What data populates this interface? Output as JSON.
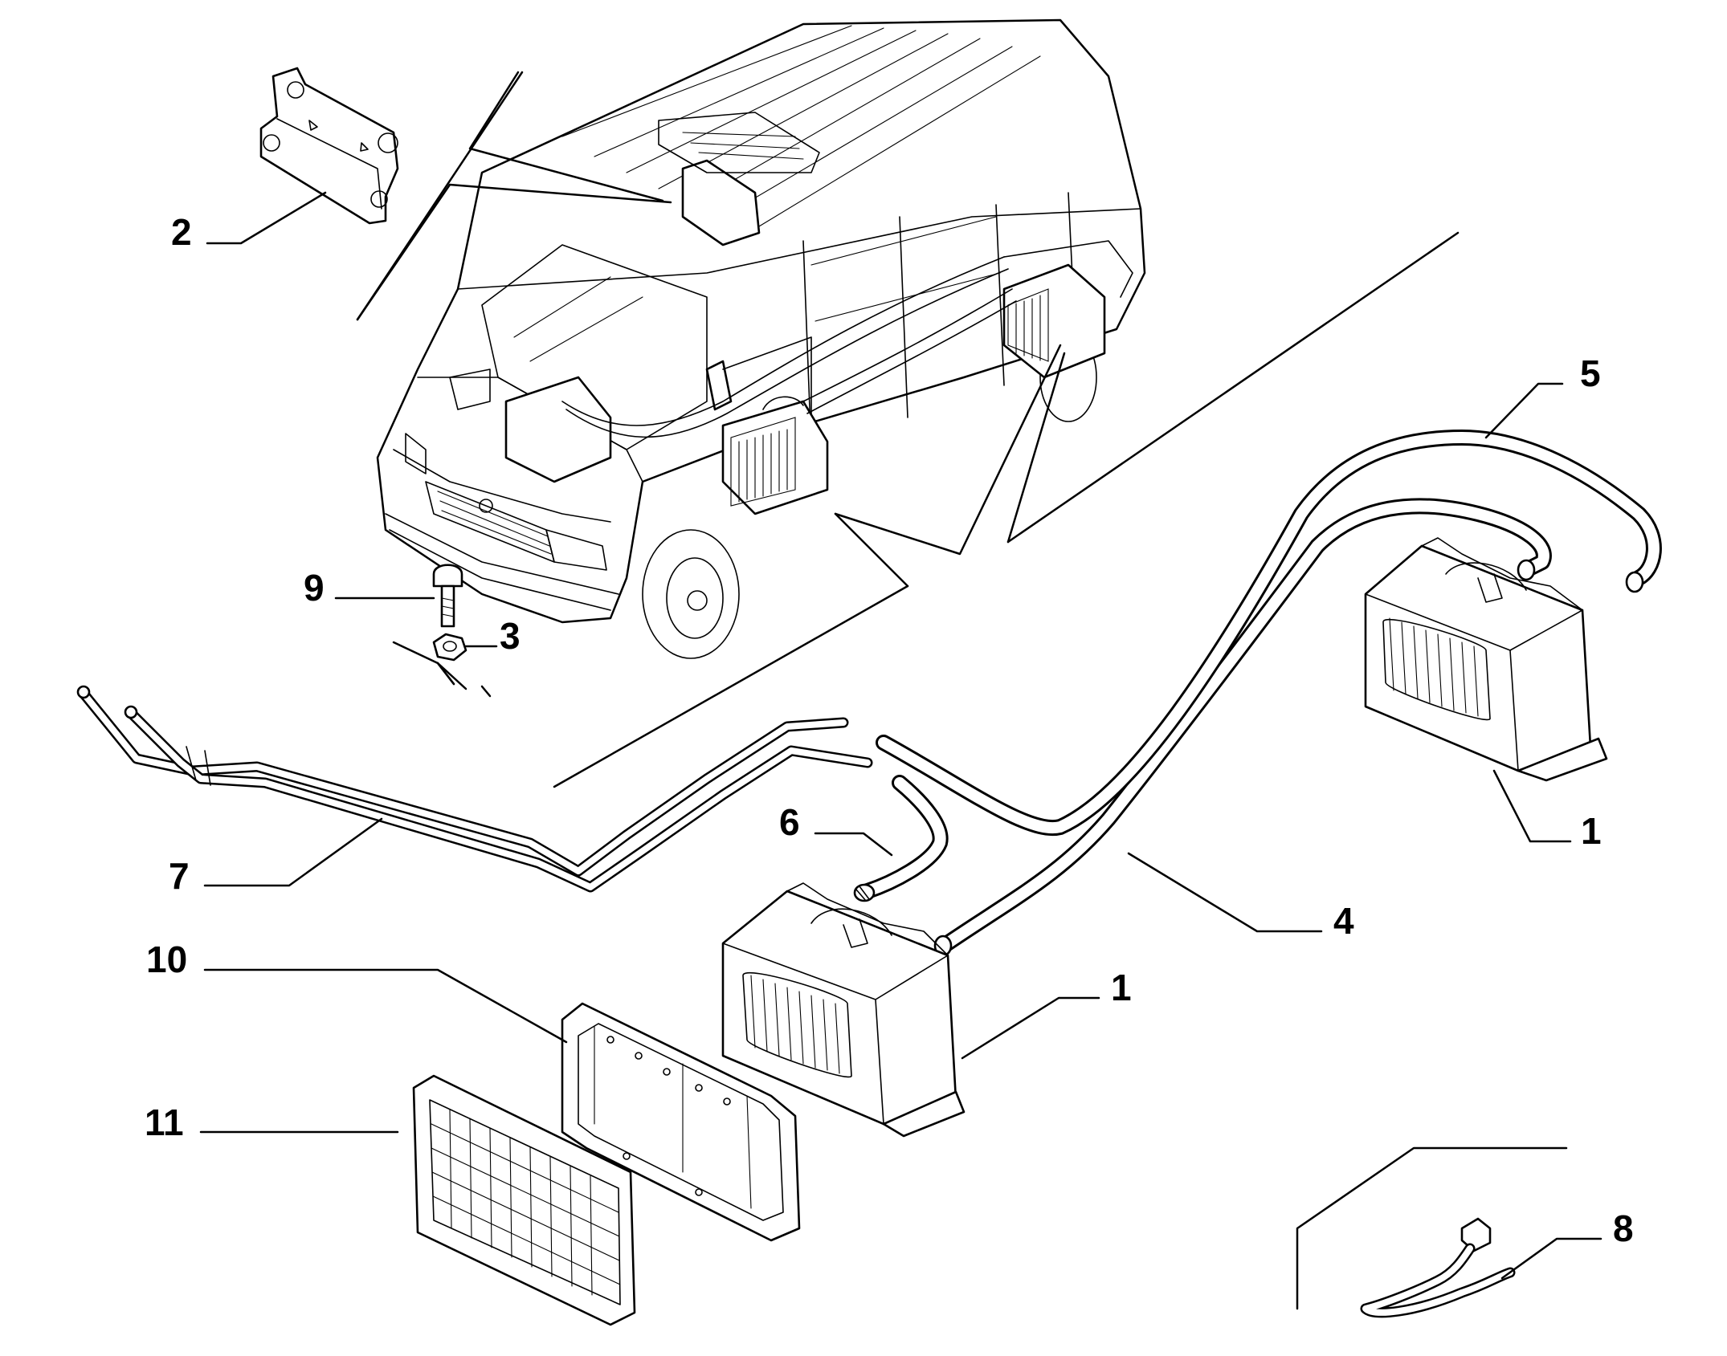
{
  "diagram": {
    "callouts": {
      "c1a": "1",
      "c1b": "1",
      "c2": "2",
      "c3": "3",
      "c4": "4",
      "c5": "5",
      "c6": "6",
      "c7": "7",
      "c8": "8",
      "c9": "9",
      "c10": "10",
      "c11": "11"
    }
  }
}
